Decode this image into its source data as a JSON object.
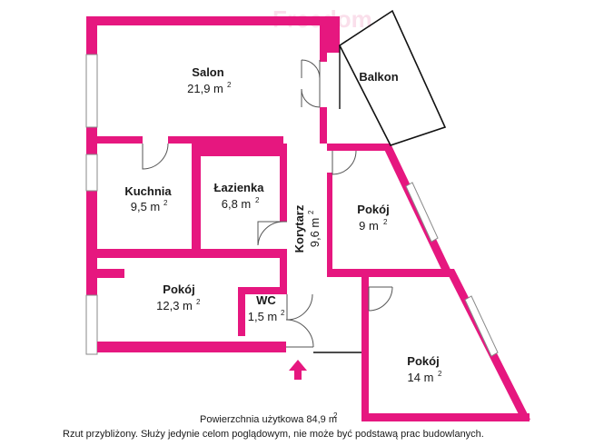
{
  "rooms": {
    "salon": {
      "name": "Salon",
      "area": "21,9 m",
      "sup": "2"
    },
    "balkon": {
      "name": "Balkon"
    },
    "kuchnia": {
      "name": "Kuchnia",
      "area": "9,5 m",
      "sup": "2"
    },
    "lazienka": {
      "name": "Łazienka",
      "area": "6,8 m",
      "sup": "2"
    },
    "korytarz": {
      "name": "Korytarz",
      "area": "9,6 m",
      "sup": "2"
    },
    "pokoj_right": {
      "name": "Pokój",
      "area": "9 m",
      "sup": "2"
    },
    "pokoj_left": {
      "name": "Pokój",
      "area": "12,3 m",
      "sup": "2"
    },
    "wc": {
      "name": "WC",
      "area": "1,5 m",
      "sup": "2"
    },
    "pokoj_bottom": {
      "name": "Pokój",
      "area": "14 m",
      "sup": "2"
    }
  },
  "footer": {
    "total": "Powierzchnia użytkowa 84,9 m",
    "total_sup": "2",
    "note": "Rzut przybliżony. Służy jedynie celom poglądowym, nie może być podstawą prac budowlanych."
  },
  "colors": {
    "wall": "#e6177f",
    "window": "#ffffff",
    "line": "#111111"
  },
  "icons": {
    "entrance": "entrance-arrow-icon"
  }
}
